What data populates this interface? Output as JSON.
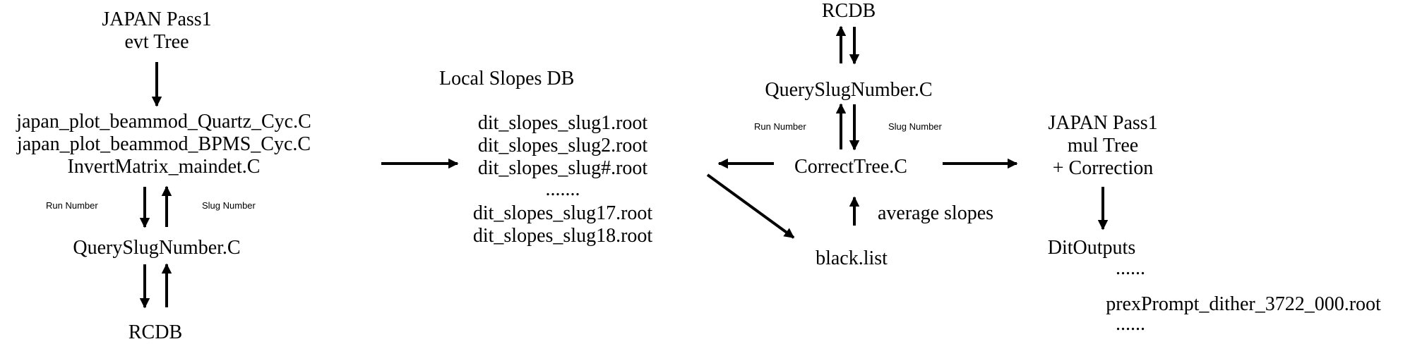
{
  "pass1_input": {
    "line1": "JAPAN Pass1",
    "line2": "evt Tree"
  },
  "scripts_block": {
    "line1": "japan_plot_beammod_Quartz_Cyc.C",
    "line2": "japan_plot_beammod_BPMS_Cyc.C",
    "line3": "InvertMatrix_maindet.C"
  },
  "left_query": "QuerySlugNumber.C",
  "left_rcdb": "RCDB",
  "left_run_number": "Run Number",
  "left_slug_number": "Slug Number",
  "slopes_db": {
    "title": "Local Slopes DB",
    "files": [
      "dit_slopes_slug1.root",
      "dit_slopes_slug2.root",
      "dit_slopes_slug#.root",
      ".......",
      "dit_slopes_slug17.root",
      "dit_slopes_slug18.root"
    ]
  },
  "top_rcdb": "RCDB",
  "center_query": "QuerySlugNumber.C",
  "center_run_number": "Run Number",
  "center_slug_number": "Slug Number",
  "correct_tree": "CorrectTree.C",
  "average_slopes": "average slopes",
  "black_list": "black.list",
  "pass1_output": {
    "line1": "JAPAN Pass1",
    "line2": "mul Tree",
    "line3": "+ Correction"
  },
  "dit_outputs": {
    "title": "DitOutputs",
    "dots1": "......",
    "file": "prexPrompt_dither_3722_000.root",
    "dots2": "......"
  }
}
